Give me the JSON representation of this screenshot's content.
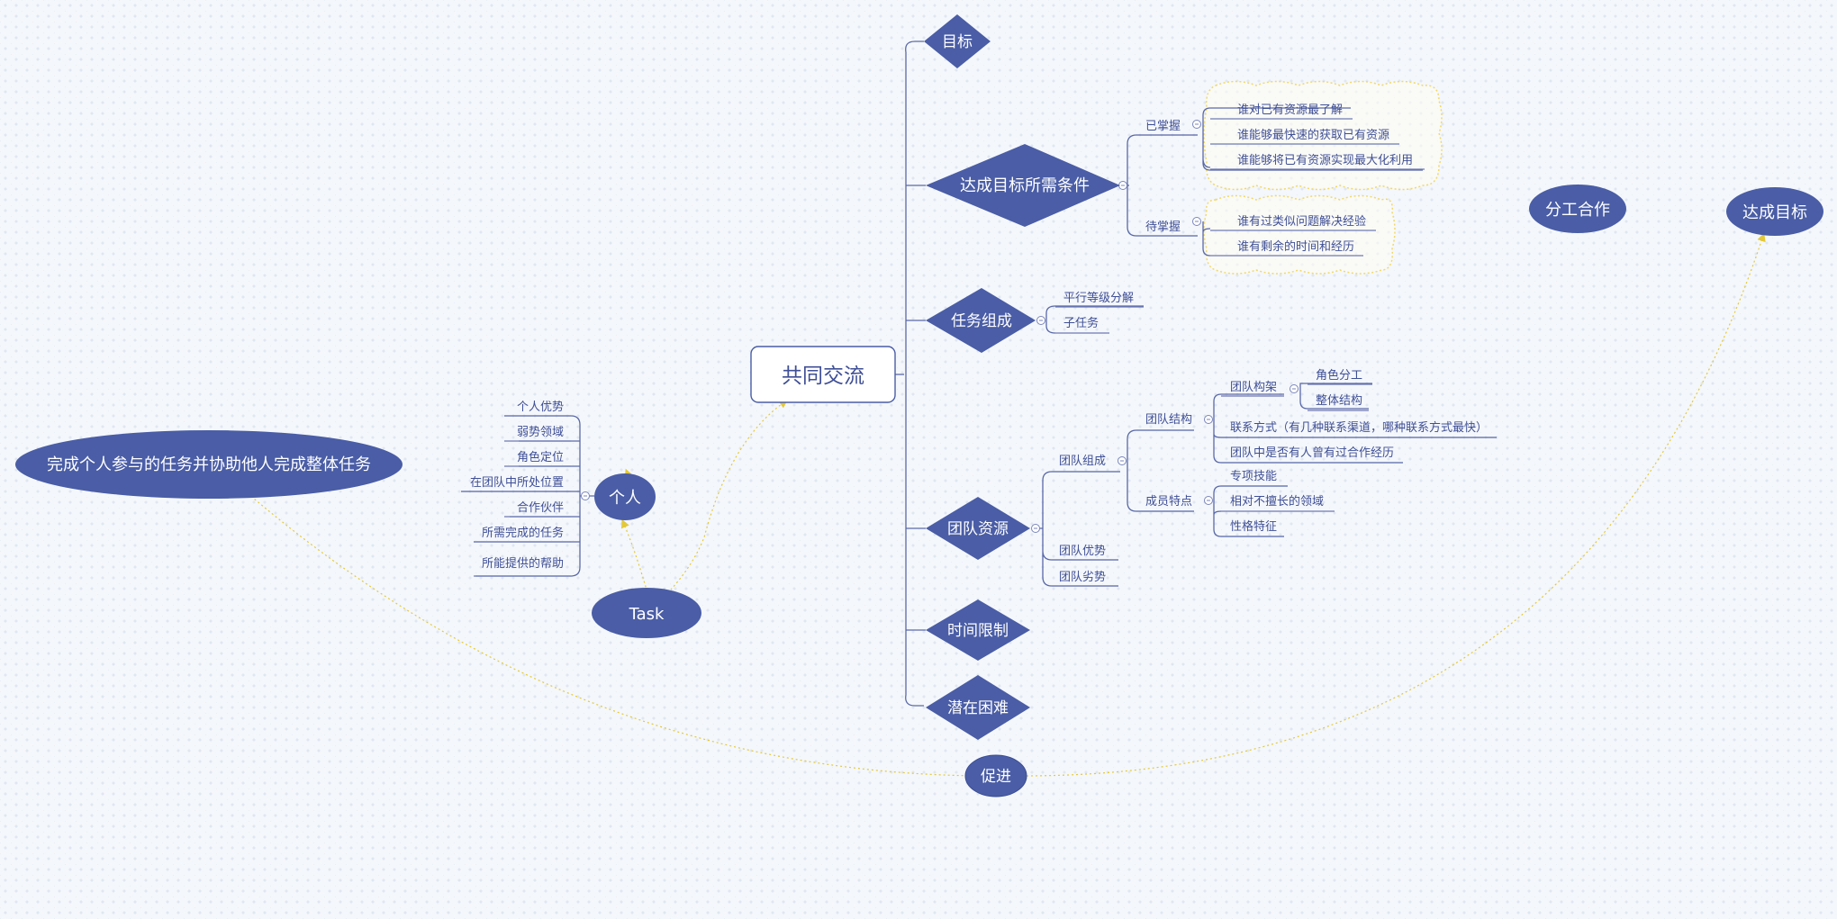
{
  "central": "共同交流",
  "goal": "目标",
  "conditions": {
    "title": "达成目标所需条件",
    "mastered": {
      "label": "已掌握",
      "items": [
        "谁对已有资源最了解",
        "谁能够最快速的获取已有资源",
        "谁能够将已有资源实现最大化利用"
      ]
    },
    "pending": {
      "label": "待掌握",
      "items": [
        "谁有过类似问题解决经验",
        "谁有剩余的时间和经历"
      ]
    }
  },
  "tasks": {
    "title": "任务组成",
    "items": [
      "平行等级分解",
      "子任务"
    ]
  },
  "team": {
    "title": "团队资源",
    "composition": "团队组成",
    "structure": {
      "label": "团队结构",
      "framework": "团队构架",
      "framework_items": [
        "角色分工",
        "整体结构"
      ],
      "contact": "联系方式（有几种联系渠道，哪种联系方式最快）",
      "experience": "团队中是否有人曾有过合作经历"
    },
    "members": {
      "label": "成员特点",
      "items": [
        "专项技能",
        "相对不擅长的领域",
        "性格特征"
      ]
    },
    "advantage": "团队优势",
    "weakness": "团队劣势"
  },
  "time_limit": "时间限制",
  "difficulty": "潜在困难",
  "promote": "促进",
  "division": "分工合作",
  "achieve": "达成目标",
  "task": "Task",
  "individual": {
    "title": "个人",
    "items": [
      "个人优势",
      "弱势领域",
      "角色定位",
      "在团队中所处位置",
      "合作伙伴",
      "所需完成的任务",
      "所能提供的帮助"
    ]
  },
  "mission": "完成个人参与的任务并协助他人完成整体任务",
  "colors": {
    "node": "#4a5da6",
    "text": "#3f4f95",
    "relation": "#e3c93a",
    "background": "#f4f7fb"
  },
  "icons": {
    "collapse": "minus-circle-icon"
  }
}
